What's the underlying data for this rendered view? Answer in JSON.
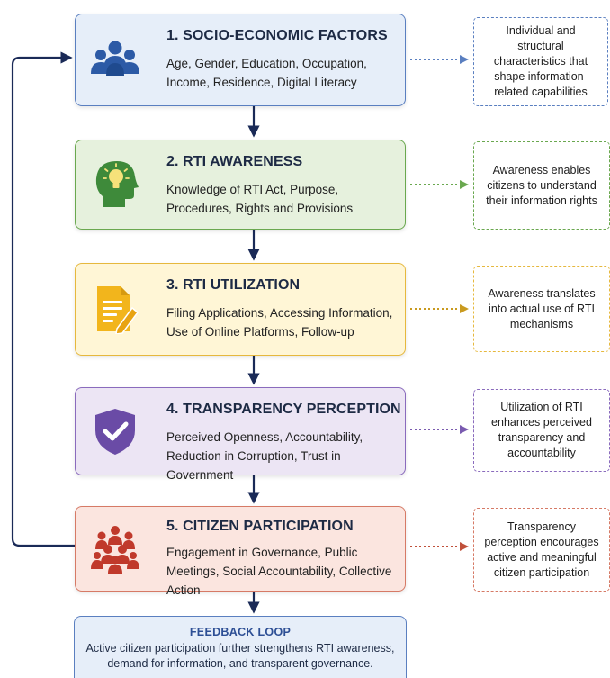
{
  "steps": [
    {
      "title": "1. SOCIO-ECONOMIC FACTORS",
      "desc": "Age, Gender, Education, Occupation, Income, Residence, Digital Literacy",
      "note": "Individual and structural characteristics that shape information-related capabilities",
      "icon": "people-group-icon",
      "color": "#5a7fc0"
    },
    {
      "title": "2. RTI AWARENESS",
      "desc": "Knowledge of RTI Act, Purpose, Procedures, Rights and Provisions",
      "note": "Awareness enables citizens to understand their information rights",
      "icon": "head-lightbulb-icon",
      "color": "#6aa84f"
    },
    {
      "title": "3. RTI UTILIZATION",
      "desc": "Filing Applications, Accessing Information, Use of Online Platforms, Follow-up",
      "note": "Awareness translates into actual use of RTI mechanisms",
      "icon": "document-pencil-icon",
      "color": "#e6b83d"
    },
    {
      "title": "4. TRANSPARENCY PERCEPTION",
      "desc": "Perceived Openness, Accountability, Reduction in Corruption, Trust in Government",
      "note": "Utilization of RTI enhances perceived transparency and accountability",
      "icon": "shield-check-icon",
      "color": "#8a6bbd"
    },
    {
      "title": "5. CITIZEN PARTICIPATION",
      "desc": "Engagement in Governance, Public Meetings, Social Accountability, Collective Action",
      "note": "Transparency perception encourages active and meaningful citizen participation",
      "icon": "crowd-icon",
      "color": "#d67a66"
    }
  ],
  "feedback": {
    "title": "FEEDBACK LOOP",
    "body": "Active citizen participation further strengthens RTI awareness, demand for information, and transparent governance."
  }
}
